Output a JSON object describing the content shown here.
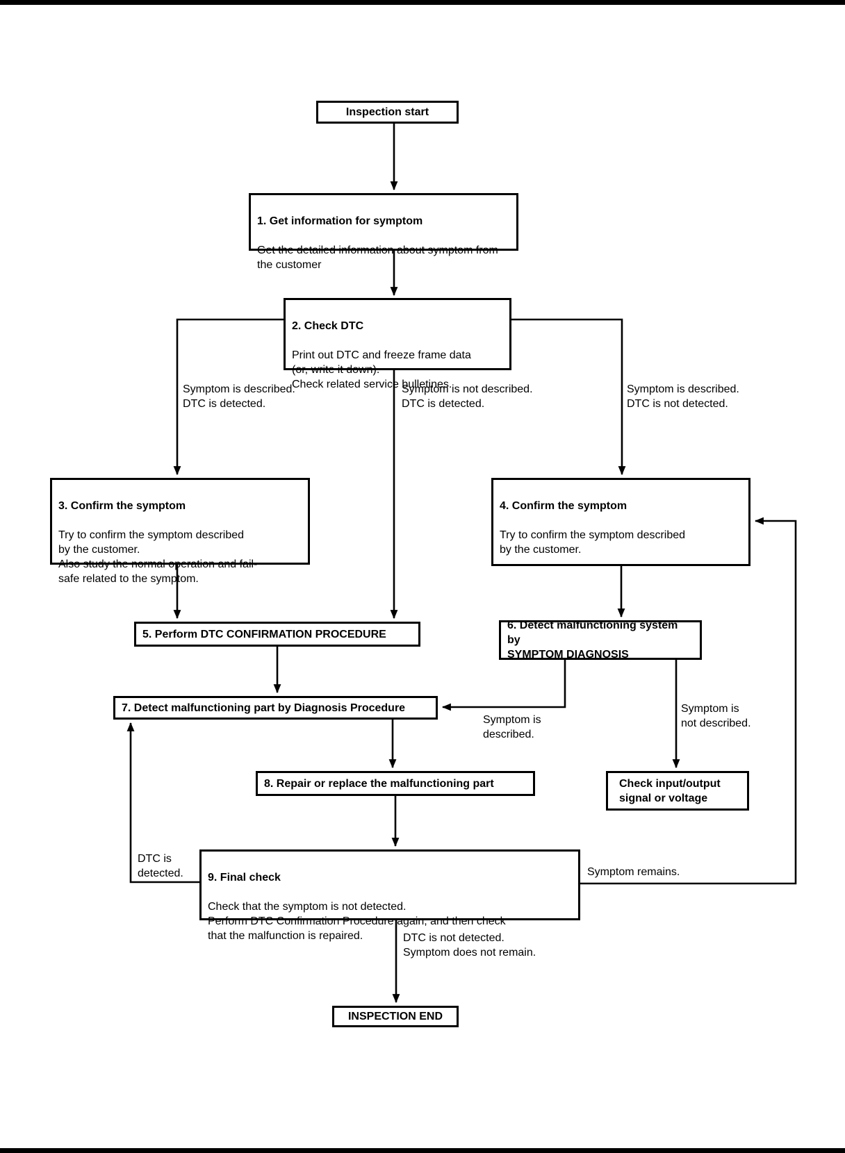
{
  "diagram": {
    "ink_color": "#000000",
    "background_color": "#ffffff",
    "nodes": {
      "start": {
        "label": "Inspection start"
      },
      "step1": {
        "title": "1. Get information for symptom",
        "body": "Get the detailed information about symptom from\nthe customer"
      },
      "step2": {
        "title": "2. Check DTC",
        "body": "Print out DTC and freeze frame data\n(or, write it down).\nCheck related service bulletines."
      },
      "step3": {
        "title": "3. Confirm the symptom",
        "body": "Try to confirm the symptom described\nby the customer.\nAlso study the normal operation and fail-\nsafe related to the symptom."
      },
      "step4": {
        "title": "4. Confirm the symptom",
        "body": "Try to confirm the symptom described\nby the customer."
      },
      "step5": {
        "label": "5. Perform DTC CONFIRMATION PROCEDURE"
      },
      "step6": {
        "label": "6. Detect malfunctioning system by\nSYMPTOM DIAGNOSIS"
      },
      "step7": {
        "label": "7. Detect malfunctioning part by Diagnosis Procedure"
      },
      "step8": {
        "label": "8. Repair or replace the malfunctioning part"
      },
      "check_io": {
        "label": "Check input/output\nsignal or voltage"
      },
      "step9": {
        "title": "9. Final check",
        "body": "Check that the symptom is not detected.\nPerform DTC Confirmation Procedure again, and then check\nthat the malfunction is repaired."
      },
      "end": {
        "label": "INSPECTION END"
      }
    },
    "edge_labels": {
      "left_branch": "Symptom is described.\nDTC is detected.",
      "mid_branch": "Symptom is not described.\nDTC is detected.",
      "right_branch": "Symptom is described.\nDTC is not detected.",
      "symptom_described": "Symptom is\ndescribed.",
      "symptom_not_described": "Symptom is\nnot described.",
      "dtc_detected": "DTC is\ndetected.",
      "symptom_remains": "Symptom remains.",
      "to_end": "DTC is not detected.\nSymptom does not remain."
    }
  }
}
